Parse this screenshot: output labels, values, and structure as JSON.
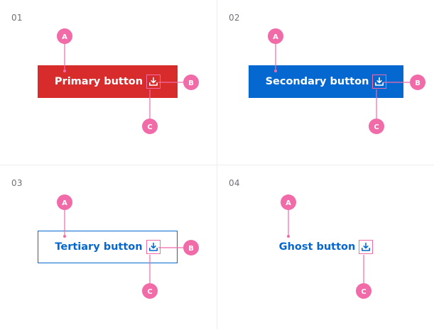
{
  "colors": {
    "primary": "#d82b2b",
    "secondary": "#0568d0",
    "annotation": "#f06ba8",
    "divider": "#eceef0",
    "number_text": "#6b7178"
  },
  "icon": "download-icon",
  "quadrants": [
    {
      "number": "01",
      "button_label": "Primary button",
      "style": "primary",
      "markers": [
        "A",
        "B",
        "C"
      ]
    },
    {
      "number": "02",
      "button_label": "Secondary button",
      "style": "secondary",
      "markers": [
        "A",
        "B",
        "C"
      ]
    },
    {
      "number": "03",
      "button_label": "Tertiary button",
      "style": "tertiary",
      "markers": [
        "A",
        "B",
        "C"
      ]
    },
    {
      "number": "04",
      "button_label": "Ghost button",
      "style": "ghost",
      "markers": [
        "A",
        "C"
      ]
    }
  ]
}
